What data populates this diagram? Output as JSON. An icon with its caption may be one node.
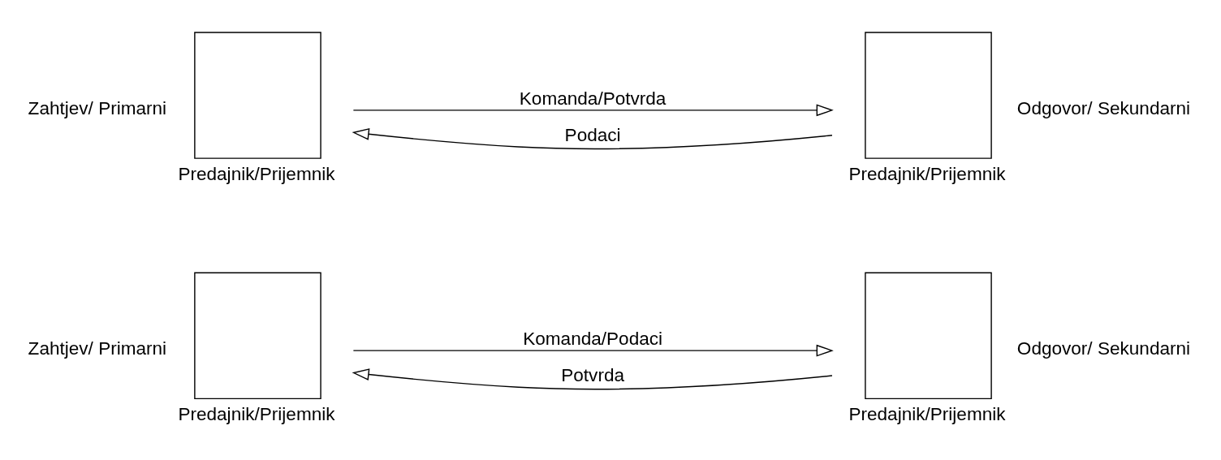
{
  "diagram": {
    "nodes": [
      {
        "text": [
          "Predajnik/Prijemnik"
        ],
        "beside": [
          "Zahtjev/ Primarni"
        ]
      },
      {
        "text": [
          "Predajnik/Prijemnik"
        ],
        "beside": [
          "Odgovor/ Sekundarni"
        ]
      },
      {
        "text": [
          "Predajnik/Prijemnik"
        ],
        "beside": [
          "Zahtjev/ Primarni"
        ]
      },
      {
        "text": [
          "Predajnik/Prijemnik"
        ],
        "beside": [
          "Odgovor/ Sekundarni"
        ]
      }
    ],
    "edges": [
      {
        "from": 0,
        "to": 1,
        "arrow": "to",
        "label": "Komanda/Podaci"
      },
      {
        "from": 1,
        "to": 0,
        "arrow": "to",
        "label": "Potvrda"
      },
      {
        "from": 2,
        "to": 3,
        "arrow": "to",
        "label": "Komanda/Potvrda"
      },
      {
        "from": 3,
        "to": 2,
        "arrow": "to",
        "label": "Podaci"
      }
    ]
  }
}
